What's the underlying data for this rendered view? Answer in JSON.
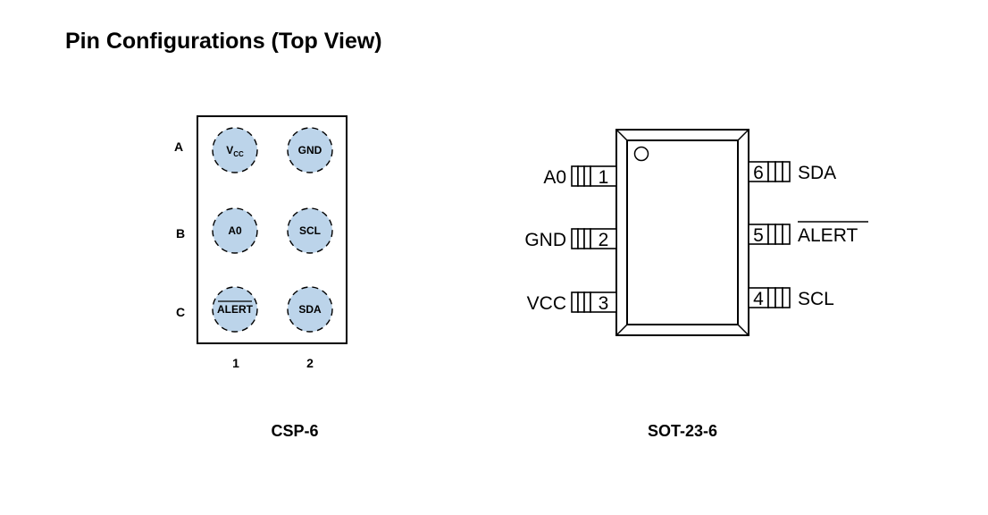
{
  "title": "Pin Configurations (Top View)",
  "csp": {
    "package_label": "CSP-6",
    "row_labels": [
      "A",
      "B",
      "C"
    ],
    "col_labels": [
      "1",
      "2"
    ],
    "balls": [
      {
        "row": "A",
        "col": "1",
        "label_main": "V",
        "label_sub": "CC"
      },
      {
        "row": "A",
        "col": "2",
        "label_main": "GND"
      },
      {
        "row": "B",
        "col": "1",
        "label_main": "A0"
      },
      {
        "row": "B",
        "col": "2",
        "label_main": "SCL"
      },
      {
        "row": "C",
        "col": "1",
        "label_main": "ALERT",
        "overbar": true
      },
      {
        "row": "C",
        "col": "2",
        "label_main": "SDA"
      }
    ],
    "ball_color": "#bcd4ea"
  },
  "sot": {
    "package_label": "SOT-23-6",
    "left_pins": [
      {
        "number": "1",
        "name": "A0"
      },
      {
        "number": "2",
        "name": "GND"
      },
      {
        "number": "3",
        "name": "VCC"
      }
    ],
    "right_pins": [
      {
        "number": "6",
        "name": "SDA"
      },
      {
        "number": "5",
        "name": "ALERT",
        "overbar": true
      },
      {
        "number": "4",
        "name": "SCL"
      }
    ]
  }
}
